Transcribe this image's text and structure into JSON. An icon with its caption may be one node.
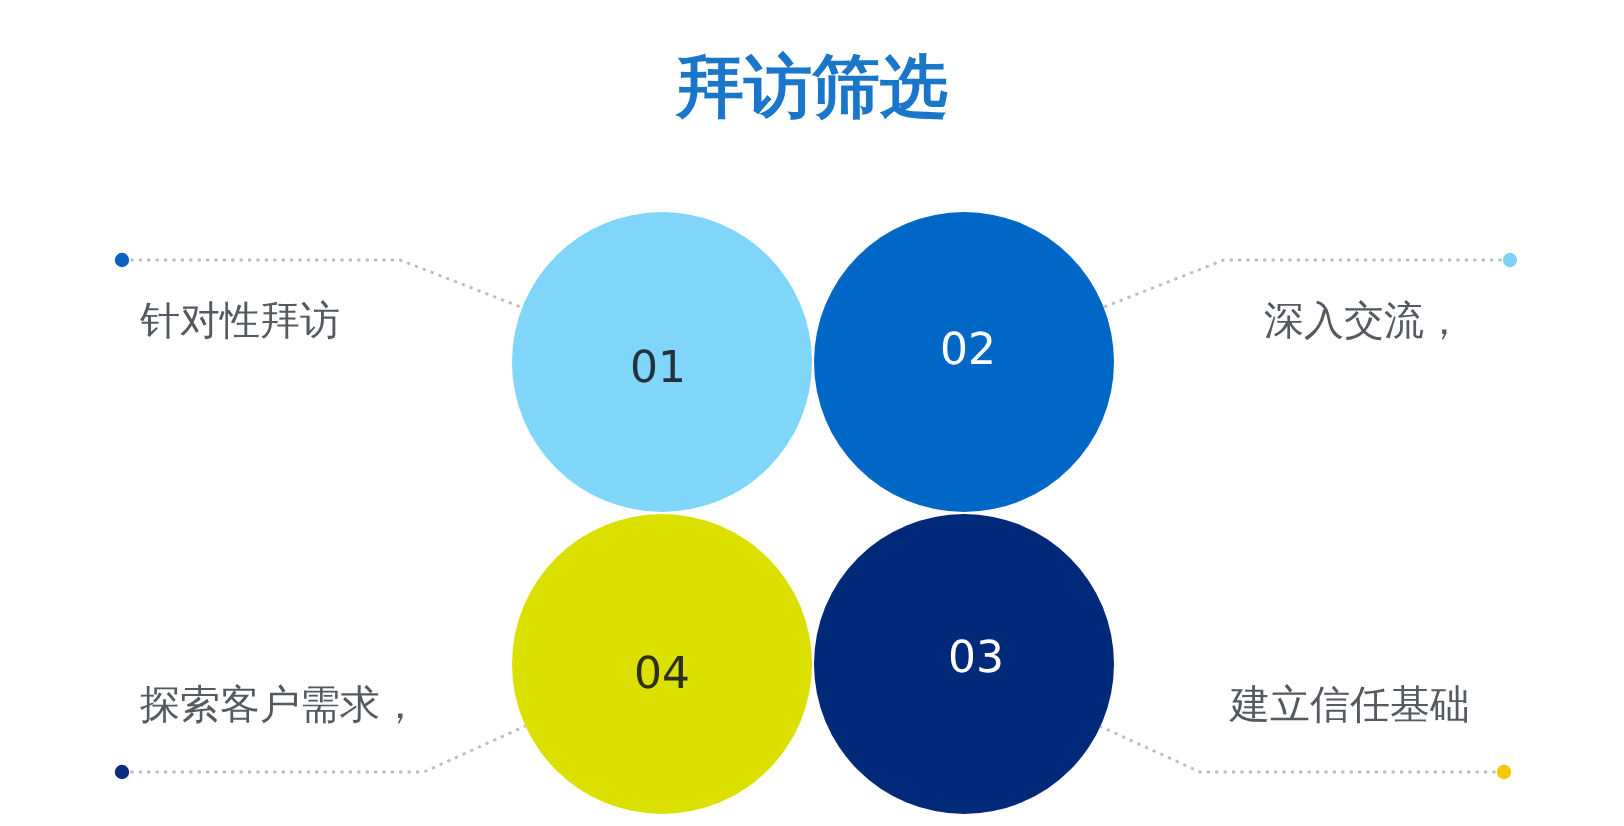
{
  "diagram": {
    "title": "拜访筛选",
    "nodes": [
      {
        "text": [
          "针对性拜访"
        ]
      },
      {
        "text": [
          "01"
        ]
      },
      {
        "text": [
          "02"
        ]
      },
      {
        "text": [
          "深入交流，"
        ]
      },
      {
        "text": [
          "探索客户需求，"
        ]
      },
      {
        "text": [
          "04"
        ]
      },
      {
        "text": [
          "03"
        ]
      },
      {
        "text": [
          "建立信任基础"
        ]
      }
    ],
    "edges": [
      {
        "from": 0,
        "to": 1,
        "arrow": "other"
      },
      {
        "from": 3,
        "to": 2,
        "arrow": "other"
      },
      {
        "from": 4,
        "to": 5,
        "arrow": "other"
      },
      {
        "from": 7,
        "to": 6,
        "arrow": "other"
      }
    ]
  }
}
